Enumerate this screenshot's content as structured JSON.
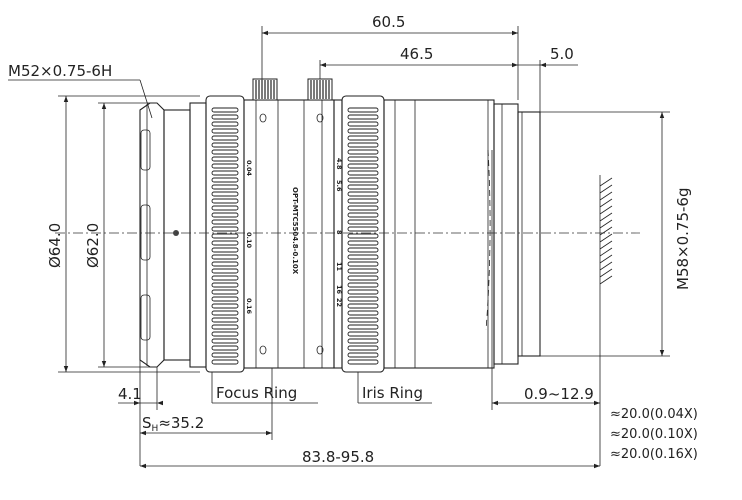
{
  "dimensions": {
    "overall_to_flange": "60.5",
    "knob_to_flange": "46.5",
    "mount_length": "5.0",
    "front_thread": "M52×0.75-6H",
    "outer_diameter": "Ø64.0",
    "inner_diameter": "Ø62.0",
    "mount_thread": "M58×0.75-6g",
    "front_offset": "4.1",
    "sh_symbol": "S",
    "sh_subscript": "H",
    "sh_value": "≈35.2",
    "back_focus": "0.9~12.9",
    "total_length": "83.8-95.8",
    "working_distances": [
      "≈20.0(0.04X)",
      "≈20.0(0.10X)",
      "≈20.0(0.16X)"
    ]
  },
  "labels": {
    "focus_ring": "Focus Ring",
    "iris_ring": "Iris Ring",
    "model": "OPT-MTC5504.8-0.10X"
  },
  "focus_scale": [
    "0.04",
    "0.10",
    "0.16"
  ],
  "iris_scale": [
    "4.8",
    "5.6",
    "8",
    "11",
    "16",
    "22"
  ]
}
